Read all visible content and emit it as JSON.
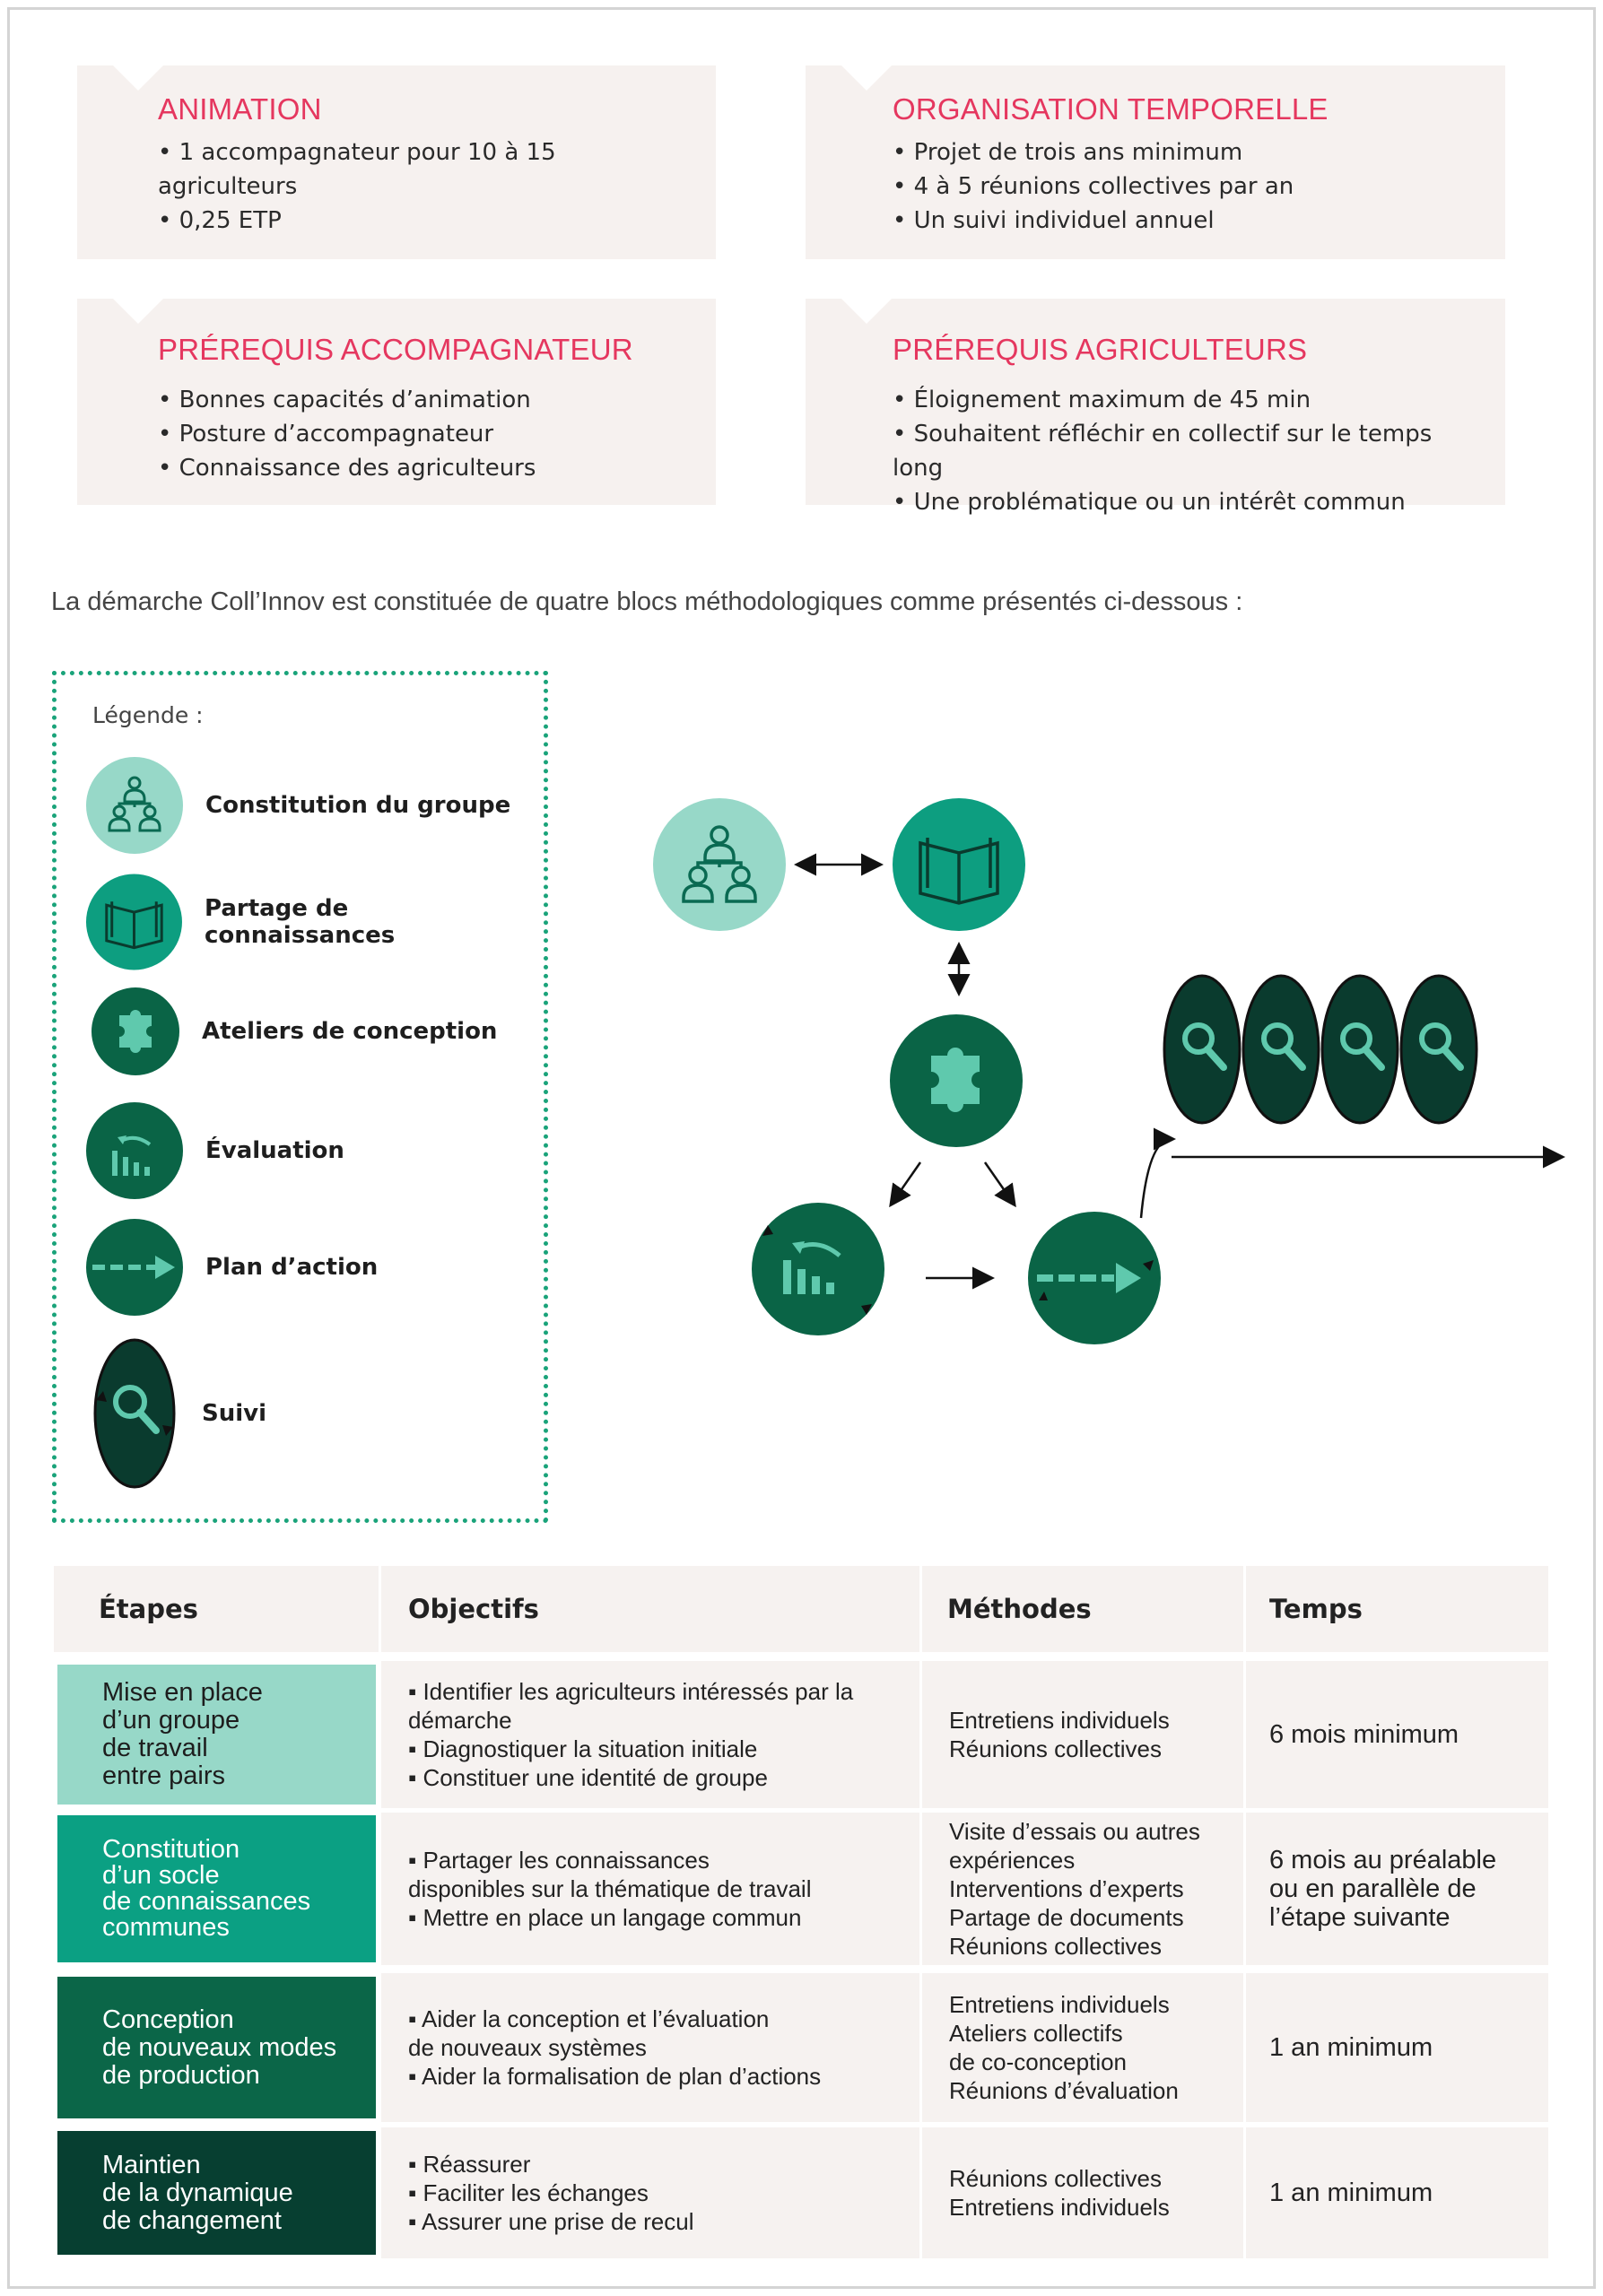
{
  "boxes": [
    {
      "title": "ANIMATION",
      "items": [
        "1 accompagnateur pour 10 à 15 agriculteurs",
        "0,25 ETP"
      ]
    },
    {
      "title": "ORGANISATION TEMPORELLE",
      "items": [
        "Projet de trois ans minimum",
        "4 à 5 réunions collectives par an",
        "Un suivi individuel annuel"
      ]
    },
    {
      "title": "PRÉREQUIS ACCOMPAGNATEUR",
      "items": [
        "Bonnes capacités d’animation",
        "Posture d’accompagnateur",
        "Connaissance des agriculteurs"
      ]
    },
    {
      "title": "PRÉREQUIS AGRICULTEURS",
      "items": [
        "Éloignement maximum de 45 min",
        "Souhaitent réfléchir en collectif sur le temps long",
        "Une problématique ou un intérêt commun"
      ]
    }
  ],
  "intro": "La démarche Coll’Innov est constituée de quatre blocs méthodologiques comme présentés ci-dessous :",
  "legend": {
    "title": "Légende :",
    "items": [
      {
        "label": "Constitution du groupe",
        "icon": "people-group-icon",
        "color": "#97d8c8"
      },
      {
        "label": "Partage de connaissances",
        "icon": "open-book-icon",
        "color": "#0d9e80"
      },
      {
        "label": "Ateliers de conception",
        "icon": "puzzle-icon",
        "color": "#0a6446"
      },
      {
        "label": "Évaluation",
        "icon": "chart-bars-icon",
        "color": "#0a6446"
      },
      {
        "label": "Plan d’action",
        "icon": "dashed-arrow-icon",
        "color": "#0a6446"
      },
      {
        "label": "Suivi",
        "icon": "magnifier-icon",
        "color": "#0a3b2e"
      }
    ]
  },
  "table": {
    "headers": [
      "Étapes",
      "Objectifs",
      "Méthodes",
      "Temps"
    ],
    "rows": [
      {
        "stage": "Mise en place\nd’un groupe\nde travail\nentre pairs",
        "color": "#97d8c8",
        "objectives": [
          "▪ Identifier les agriculteurs intéressés par la\ndémarche",
          "▪ Diagnostiquer la situation initiale",
          "▪ Constituer une identité de groupe"
        ],
        "methods": [
          "Entretiens individuels",
          "Réunions collectives"
        ],
        "time": "6 mois minimum"
      },
      {
        "stage": "Constitution\nd’un socle\nde connaissances\ncommunes",
        "color": "#0ba083",
        "objectives": [
          "▪ Partager les connaissances\ndisponibles sur la thématique de travail",
          "▪ Mettre en place un langage commun"
        ],
        "methods": [
          "Visite d’essais ou autres",
          "expériences",
          "Interventions d’experts",
          "Partage de documents",
          "Réunions collectives"
        ],
        "time": "6 mois au préalable\nou en parallèle de\nl’étape suivante"
      },
      {
        "stage": "Conception\nde nouveaux modes\nde production",
        "color": "#0b6648",
        "objectives": [
          "▪ Aider la conception et l’évaluation\nde nouveaux systèmes",
          "▪ Aider la formalisation de plan d’actions"
        ],
        "methods": [
          "Entretiens individuels",
          "Ateliers collectifs",
          "de co-conception",
          "Réunions d’évaluation"
        ],
        "time": "1 an minimum"
      },
      {
        "stage": "Maintien\nde la dynamique\nde changement",
        "color": "#073f31",
        "objectives": [
          "▪ Réassurer",
          "▪ Faciliter les échanges",
          "▪ Assurer une prise de recul"
        ],
        "methods": [
          "Réunions collectives",
          "Entretiens individuels"
        ],
        "time": "1 an minimum"
      }
    ]
  }
}
